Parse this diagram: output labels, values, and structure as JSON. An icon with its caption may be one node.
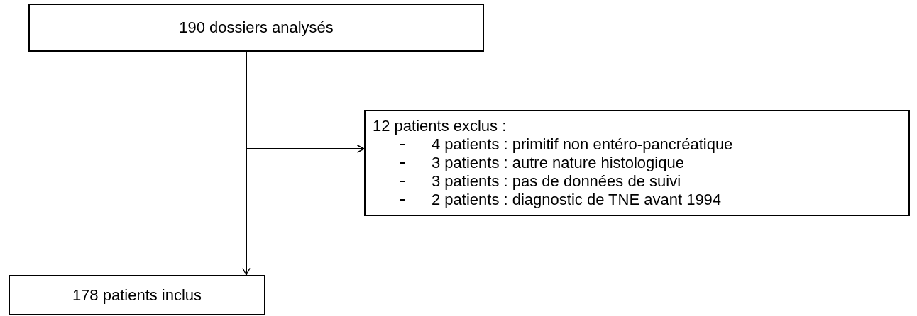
{
  "diagram": {
    "nodes": [
      {
        "text": [
          "190 dossiers analysés"
        ]
      },
      {
        "text": [
          "12 patients exclus :",
          "4 patients : primitif non entéro-pancréatique",
          "3 patients : autre nature histologique",
          "3 patients : pas de données de suivi",
          "2 patients : diagnostic de TNE avant 1994"
        ]
      },
      {
        "text": [
          "178 patients inclus"
        ]
      }
    ],
    "edges": [
      {
        "from": 0,
        "to": 2,
        "arrow": "to"
      },
      {
        "from": 0,
        "to": 1,
        "arrow": "to"
      }
    ]
  }
}
